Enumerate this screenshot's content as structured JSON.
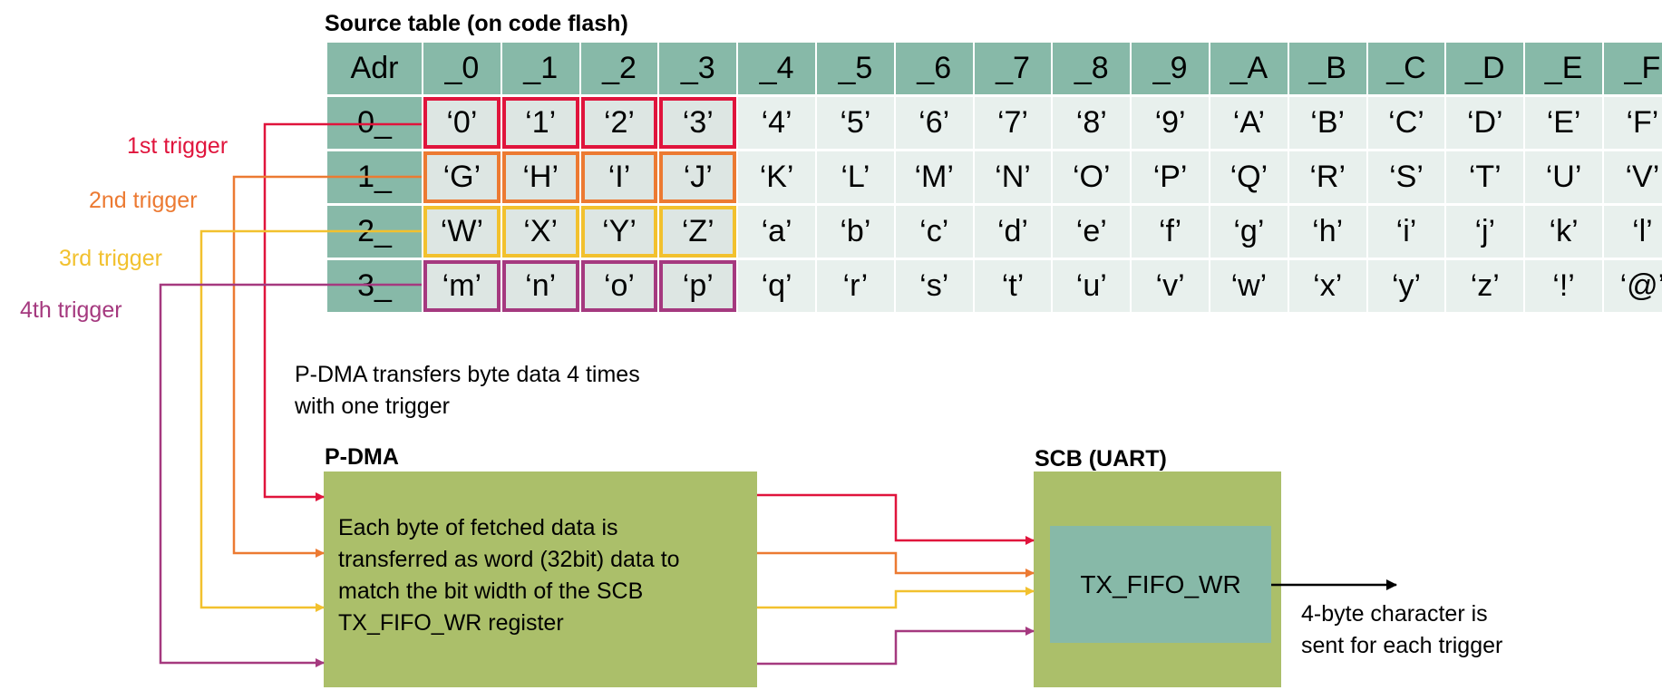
{
  "table": {
    "title": "Source table (on code flash)",
    "corner": "Adr",
    "columns": [
      "_0",
      "_1",
      "_2",
      "_3",
      "_4",
      "_5",
      "_6",
      "_7",
      "_8",
      "_9",
      "_A",
      "_B",
      "_C",
      "_D",
      "_E",
      "_F"
    ],
    "rows": [
      {
        "addr": "0_",
        "cells": [
          "‘0’",
          "‘1’",
          "‘2’",
          "‘3’",
          "‘4’",
          "‘5’",
          "‘6’",
          "‘7’",
          "‘8’",
          "‘9’",
          "‘A’",
          "‘B’",
          "‘C’",
          "‘D’",
          "‘E’",
          "‘F’"
        ]
      },
      {
        "addr": "1_",
        "cells": [
          "‘G’",
          "‘H’",
          "‘I’",
          "‘J’",
          "‘K’",
          "‘L’",
          "‘M’",
          "‘N’",
          "‘O’",
          "‘P’",
          "‘Q’",
          "‘R’",
          "‘S’",
          "‘T’",
          "‘U’",
          "‘V’"
        ]
      },
      {
        "addr": "2_",
        "cells": [
          "‘W’",
          "‘X’",
          "‘Y’",
          "‘Z’",
          "‘a’",
          "‘b’",
          "‘c’",
          "‘d’",
          "‘e’",
          "‘f’",
          "‘g’",
          "‘h’",
          "‘i’",
          "‘j’",
          "‘k’",
          "‘l’"
        ]
      },
      {
        "addr": "3_",
        "cells": [
          "‘m’",
          "‘n’",
          "‘o’",
          "‘p’",
          "‘q’",
          "‘r’",
          "‘s’",
          "‘t’",
          "‘u’",
          "‘v’",
          "‘w’",
          "‘x’",
          "‘y’",
          "‘z’",
          "‘!’",
          "‘@’"
        ]
      }
    ]
  },
  "triggers": [
    {
      "label": "1st trigger",
      "color": "#e0143c"
    },
    {
      "label": "2nd trigger",
      "color": "#ec7a32"
    },
    {
      "label": "3rd trigger",
      "color": "#f2c12e"
    },
    {
      "label": "4th trigger",
      "color": "#a5397f"
    }
  ],
  "caption": {
    "line1": "P-DMA transfers byte data 4 times",
    "line2": "with one trigger"
  },
  "pdma": {
    "title": "P-DMA",
    "text_lines": [
      "Each byte of fetched data is",
      "transferred as word (32bit) data to",
      "match the bit width of the SCB",
      "TX_FIFO_WR register"
    ]
  },
  "scb": {
    "title": "SCB (UART)",
    "register": "TX_FIFO_WR"
  },
  "output_note": {
    "line1": "4-byte character is",
    "line2": "sent for each trigger"
  },
  "colors": {
    "box_green": "#abbf6a",
    "teal": "#87b9a8",
    "cell_light": "#e8f0ed"
  }
}
